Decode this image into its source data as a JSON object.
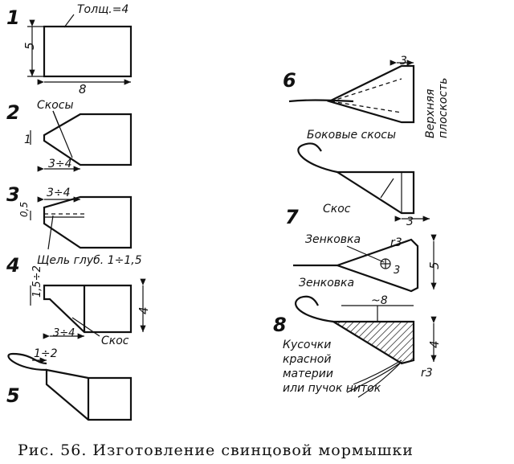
{
  "figure": {
    "caption": "Рис. 56. Изготовление свинцовой мормышки",
    "steps": [
      {
        "num": "1",
        "labels": {
          "thickness": "Толщ.=4",
          "height": "5",
          "width": "8"
        }
      },
      {
        "num": "2",
        "labels": {
          "bevels": "Скосы",
          "dim1": "1",
          "dim2": "3÷4"
        }
      },
      {
        "num": "3",
        "labels": {
          "dimTop": "3÷4",
          "dimSide": "0,5",
          "slot": "Щель глуб. 1÷1,5"
        }
      },
      {
        "num": "4",
        "labels": {
          "dimSide": "1,5÷2",
          "dimBottom": "3÷4",
          "dimRight": "4",
          "bevel": "Скос"
        }
      },
      {
        "num": "5",
        "labels": {
          "dim": "1÷2"
        }
      },
      {
        "num": "6",
        "labels": {
          "dimTop": "3",
          "topPlane": "Верхняя\nплоскость",
          "sideBevels": "Боковые скосы",
          "bevel": "Скос",
          "dimBottom": "3"
        }
      },
      {
        "num": "7",
        "labels": {
          "countersink": "Зенковка",
          "r": "r3",
          "dimIn": "3",
          "dimRight": "5",
          "countersink2": "Зенковка"
        }
      },
      {
        "num": "8",
        "labels": {
          "dimTop": "~8",
          "dimRight": "4",
          "r": "r3",
          "pieces1": "Кусочки",
          "pieces2": "красной",
          "pieces3": "материи",
          "pieces4": "или пучок ниток"
        }
      }
    ]
  }
}
